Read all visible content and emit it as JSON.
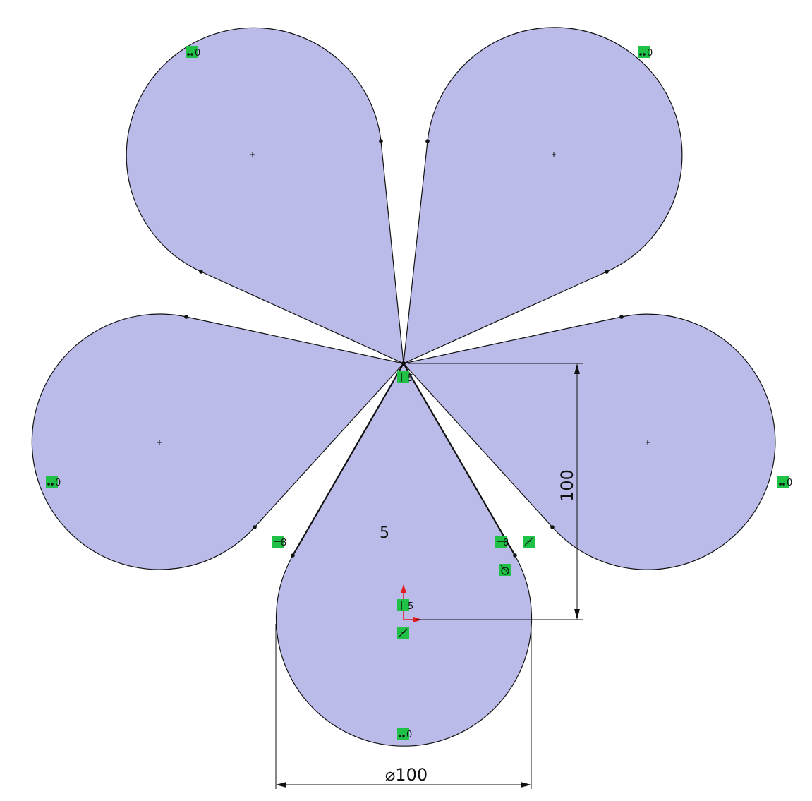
{
  "sketch": {
    "petal_count_label": "5",
    "dim_vertical": "100",
    "dim_diameter": "⌀100",
    "relation_tags": {
      "coincident": "0",
      "vertical": "5",
      "tangent": "8"
    }
  },
  "colors": {
    "petal_fill": "#babbe8",
    "outline": "#111111",
    "relation_box": "#1fc147",
    "axis_red": "#e01b1b"
  }
}
